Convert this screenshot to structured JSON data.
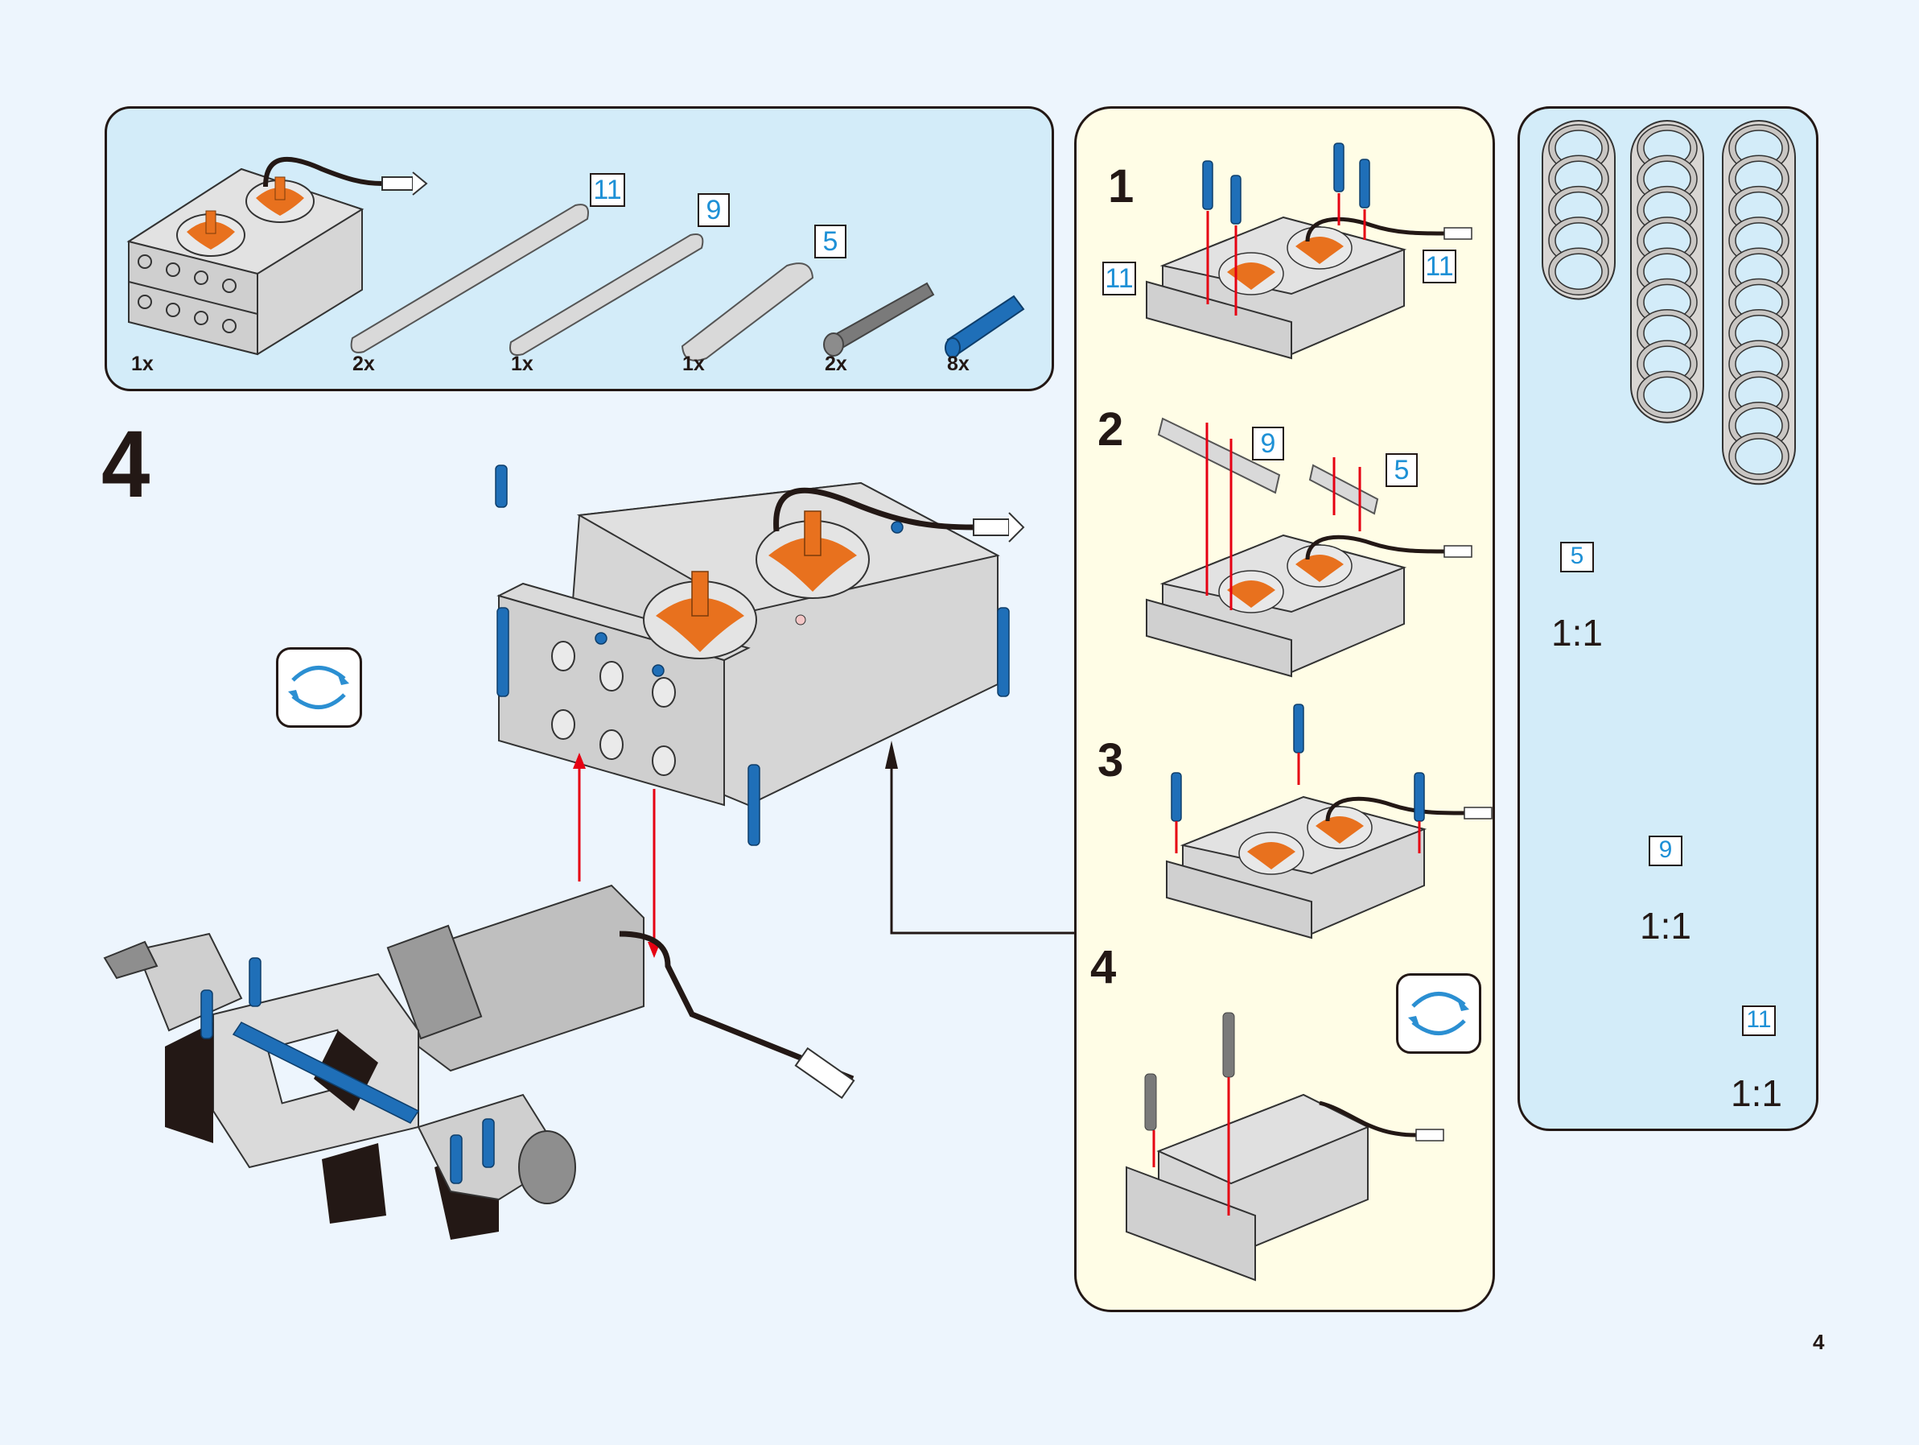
{
  "page": {
    "number": "4",
    "main_step_number": "4"
  },
  "parts_list": {
    "items": [
      {
        "name": "battery box with motor",
        "count": "1x"
      },
      {
        "name": "beam",
        "length": "11",
        "count": "2x"
      },
      {
        "name": "beam",
        "length": "9",
        "count": "1x"
      },
      {
        "name": "beam",
        "length": "5",
        "count": "1x"
      },
      {
        "name": "axle",
        "count": "2x"
      },
      {
        "name": "friction pin with axle",
        "count": "8x"
      }
    ]
  },
  "sub_steps": {
    "steps": [
      {
        "number": "1",
        "callouts": [
          "11",
          "11"
        ]
      },
      {
        "number": "2",
        "callouts": [
          "9",
          "5"
        ]
      },
      {
        "number": "3",
        "callouts": []
      },
      {
        "number": "4",
        "callouts": []
      }
    ]
  },
  "ratio_panel": {
    "beams": [
      {
        "length": "5",
        "ratio": "1:1",
        "holes": 5
      },
      {
        "length": "9",
        "ratio": "1:1",
        "holes": 9
      },
      {
        "length": "11",
        "ratio": "1:1",
        "holes": 11
      }
    ]
  },
  "icons": {
    "rotate": "rotate-model-icon"
  },
  "colors": {
    "page_bg": "#EDF5FD",
    "parts_bg": "#D3ECF9",
    "steps_bg": "#FFFDE6",
    "badge_text": "#1E90D6",
    "arrow_red": "#E60012",
    "part_blue": "#1F6FB8",
    "part_orange": "#E8711E",
    "part_gray": "#D6D6D6"
  }
}
